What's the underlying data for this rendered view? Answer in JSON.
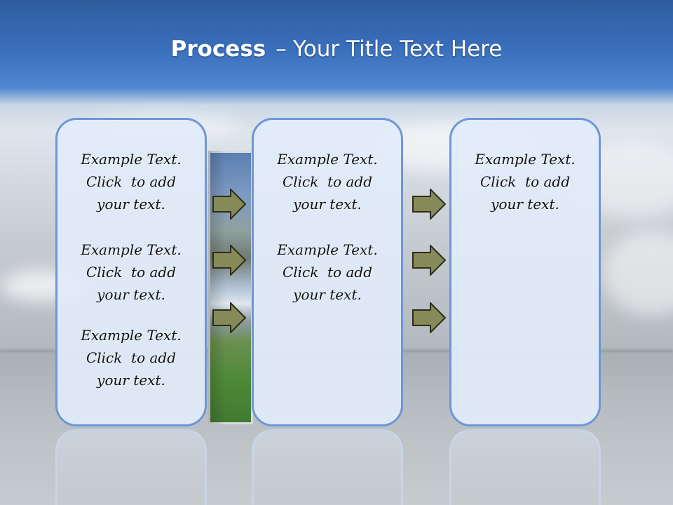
{
  "header": {
    "title_bold": "Process",
    "title_sep": "–",
    "title_rest": "Your Title Text Here"
  },
  "panels": [
    {
      "blocks": [
        {
          "lines": [
            "Example Text.",
            "Click  to add",
            "your text."
          ]
        },
        {
          "lines": [
            "Example Text.",
            "Click  to add",
            "your text."
          ]
        },
        {
          "lines": [
            "Example Text.",
            "Click  to add",
            "your text."
          ]
        }
      ]
    },
    {
      "blocks": [
        {
          "lines": [
            "Example Text.",
            "Click  to add",
            "your text."
          ]
        },
        {
          "lines": [
            "Example Text.",
            "Click  to add",
            "your text."
          ]
        }
      ]
    },
    {
      "blocks": [
        {
          "lines": [
            "Example Text.",
            "Click  to add",
            "your text."
          ]
        }
      ]
    }
  ],
  "colors": {
    "panel_border": "#6d97d6",
    "arrow_fill": "#858a58",
    "arrow_stroke": "#2b2d1c"
  }
}
